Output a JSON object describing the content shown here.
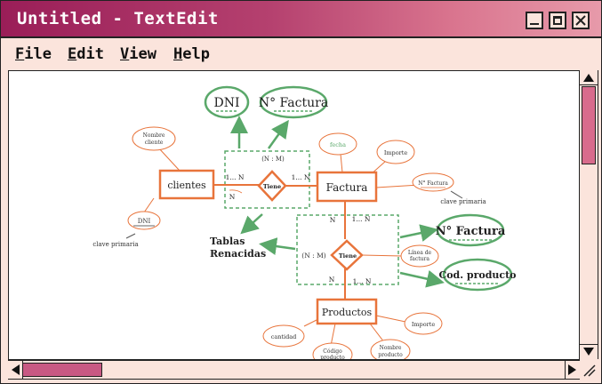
{
  "window": {
    "title": "Untitled - TextEdit"
  },
  "menu": [
    {
      "label": "File",
      "accel": "F",
      "rest": "ile"
    },
    {
      "label": "Edit",
      "accel": "E",
      "rest": "dit"
    },
    {
      "label": "View",
      "accel": "V",
      "rest": "iew"
    },
    {
      "label": "Help",
      "accel": "H",
      "rest": "elp"
    }
  ],
  "diagram": {
    "dni_top": "DNI",
    "nfactura_top": "N° Factura",
    "nombre_cliente_l1": "Nombre",
    "nombre_cliente_l2": "cliente",
    "fecha": "fecha",
    "importe_top": "Importe",
    "nfactura_small": "N° Factura",
    "clave_primaria_right": "clave primaria",
    "clientes": "clientes",
    "tiene_top": "Tiene",
    "card_nm_top": "(N : M)",
    "card_1n_left": "1... N",
    "card_n_left": "N",
    "card_1n_right": "1... N",
    "factura": "Factura",
    "dni_left": "DNI",
    "clave_primaria_left": "clave primaria",
    "tablas_l1": "Tablas",
    "tablas_l2": "Renacidas",
    "card_n_mid": "N",
    "card_1n_mid": "1... N",
    "card_nm_mid": "(N : M)",
    "tiene_mid": "Tiene",
    "linea_l1": "Línea de",
    "linea_l2": "factura",
    "card_n_low": "N",
    "card_1n_low": "1... N",
    "nfactura_right": "N° Factura",
    "cod_producto": "Cod. producto",
    "productos": "Productos",
    "importe_bottom": "Importe",
    "cantidad": "cantidad",
    "codigo_l1": "Código",
    "codigo_l2": "producto",
    "nombre_prod_l1": "Nombre",
    "nombre_prod_l2": "producto"
  },
  "colors": {
    "orange": "#e8743b",
    "green": "#5aa86a",
    "title_start": "#9a1e58",
    "thumb": "#d86b8c"
  }
}
